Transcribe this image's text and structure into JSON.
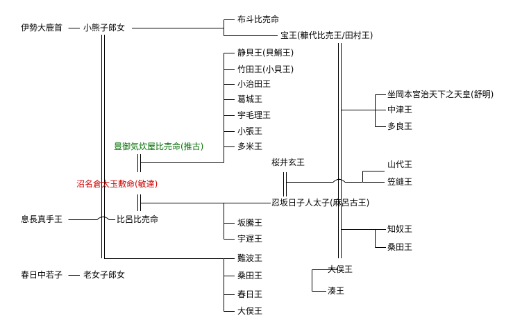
{
  "nodes": {
    "ise_okashikubi": "伊勢大鹿首",
    "okuma_iratsume": "小熊子郎女",
    "funato_hime": "布斗比売命",
    "takara_o": "宝王(糠代比売王/田村王)",
    "shizukai_o": "静貝王(貝鮹王)",
    "takeda_o": "竹田王(小貝王)",
    "owarida_o": "小治田王",
    "kazuraki_o": "葛城王",
    "umori_o": "宇毛理王",
    "ohari_o": "小張王",
    "tame_o": "多米王",
    "toyomikekashikiya": "豊御気炊屋比売命(推古)",
    "sakurai_gen_o": "桜井玄王",
    "nunakura": "沼名倉太玉敷命(敏達)",
    "oshisaka_hikohito": "忍坂日子人太子(麻呂古王)",
    "yamashiro_o": "山代王",
    "kasanui_o": "笠縫王",
    "okinaga_mate": "息長真手王",
    "hiro_hime": "比呂比売命",
    "sakanobori_o": "坂騰王",
    "uji_o": "宇遅王",
    "kasuga_nakawakugo": "春日中若子",
    "ominago_iratsume": "老女子郎女",
    "naniwa_o": "難波王",
    "kuwata_o_1": "桑田王",
    "kasuga_o": "春日王",
    "omata_o_1": "大俣王",
    "okamoto_jomei": "坐岡本宮治天下之天皇(舒明)",
    "nakatsu_o": "中津王",
    "tara_o": "多良王",
    "chinu_o": "知奴王",
    "kuwata_o_2": "桑田王",
    "omata_o_2": "大俣王",
    "aya_o": "湊王"
  },
  "colors": {
    "suiko": "#007000",
    "bidatsu": "#d00000",
    "line": "#000000"
  }
}
